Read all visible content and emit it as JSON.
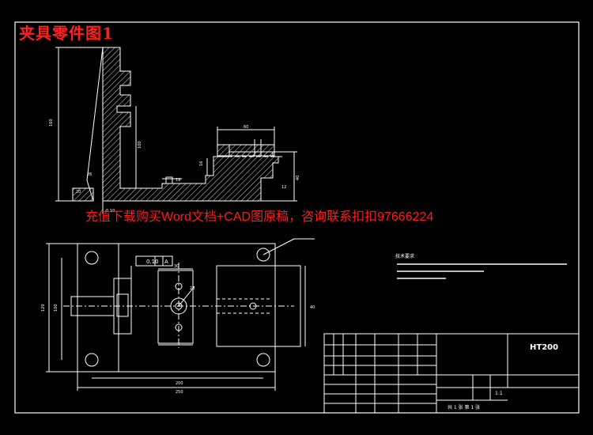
{
  "drawing": {
    "title": "夹具零件图1",
    "watermark": "充值下载购买Word文档+CAD图原稿，咨询联系扣扣97666224",
    "material": "HT200",
    "scale": "1:1",
    "sheet_info": "共 1 张    第 1 张",
    "tolerance_box": "0.10",
    "datum": "A",
    "tech_notes_title": "技术要求",
    "dims_top": [
      "160",
      "100",
      "26",
      "20",
      "60",
      "40",
      "12",
      "19",
      "16",
      "0.10"
    ],
    "dims_bottom": [
      "200",
      "250",
      "120",
      "100",
      "30",
      "20",
      "40"
    ],
    "colors": {
      "background": "#000000",
      "line": "#ffffff",
      "hatch": "#d8d8d8",
      "title_red": "#ff2020"
    }
  }
}
